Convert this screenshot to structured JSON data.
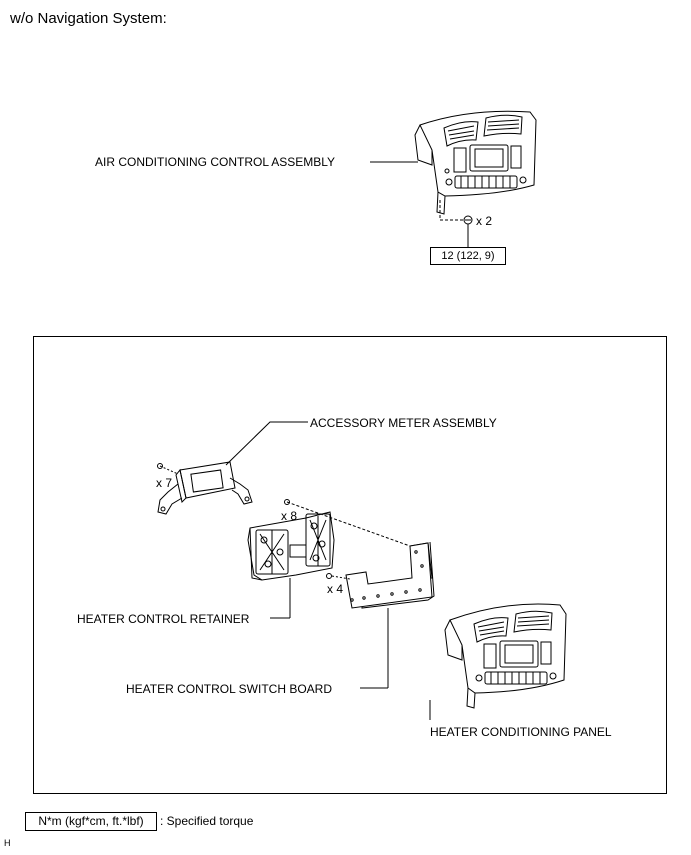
{
  "heading": "w/o Navigation System:",
  "top_section": {
    "assembly_label": "AIR CONDITIONING CONTROL ASSEMBLY",
    "screw_qty": "x 2",
    "torque_value": "12 (122, 9)"
  },
  "frame_section": {
    "meter_label": "ACCESSORY METER ASSEMBLY",
    "qty_meter_screws": "x 7",
    "qty_retainer_screws": "x 8",
    "qty_board_screws": "x 4",
    "retainer_label": "HEATER CONTROL RETAINER",
    "switch_board_label": "HEATER CONTROL SWITCH BOARD",
    "panel_label": "HEATER CONDITIONING PANEL"
  },
  "legend": {
    "box_text": "N*m (kgf*cm, ft.*lbf)",
    "description": ": Specified torque"
  },
  "footer_code": "H"
}
